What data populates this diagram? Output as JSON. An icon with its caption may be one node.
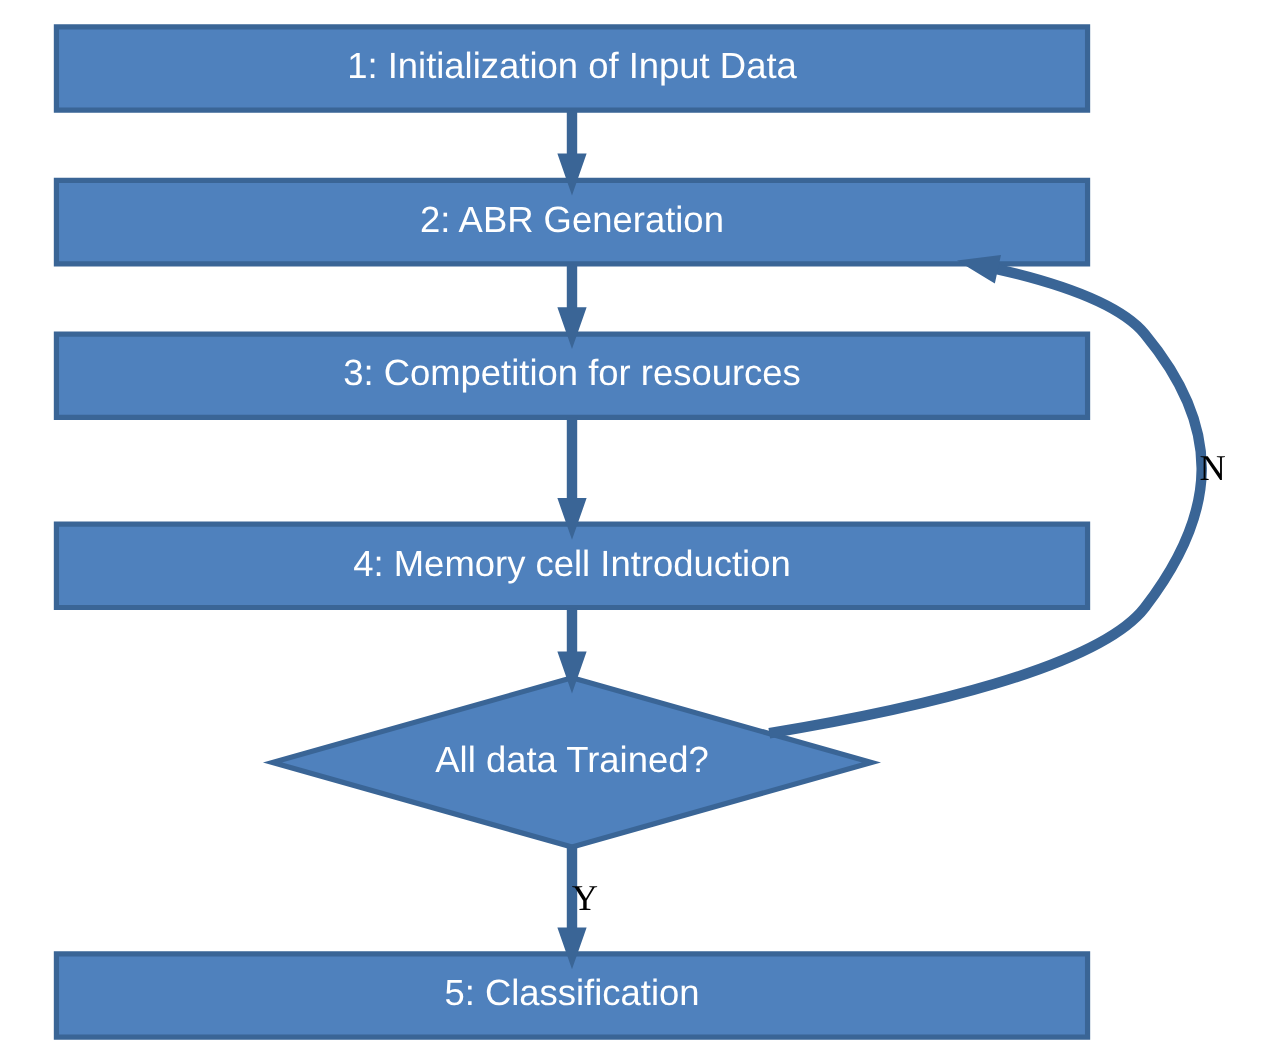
{
  "diagram": {
    "nodes": [
      {
        "text": [
          "1: Initialization of Input Data"
        ]
      },
      {
        "text": [
          "2: ABR Generation"
        ]
      },
      {
        "text": [
          "3: Competition for resources"
        ]
      },
      {
        "text": [
          "4: Memory cell Introduction"
        ]
      },
      {
        "text": [
          "All data Trained?"
        ]
      },
      {
        "text": [
          "5: Classification"
        ]
      }
    ],
    "edges": [
      {
        "from": 0,
        "to": 1,
        "arrow": "to"
      },
      {
        "from": 1,
        "to": 2,
        "arrow": "to"
      },
      {
        "from": 2,
        "to": 3,
        "arrow": "to"
      },
      {
        "from": 3,
        "to": 4,
        "arrow": "to"
      },
      {
        "from": 4,
        "to": 1,
        "arrow": "to",
        "label": "N"
      },
      {
        "from": 4,
        "to": 5,
        "arrow": "to",
        "label": "Y"
      }
    ]
  }
}
